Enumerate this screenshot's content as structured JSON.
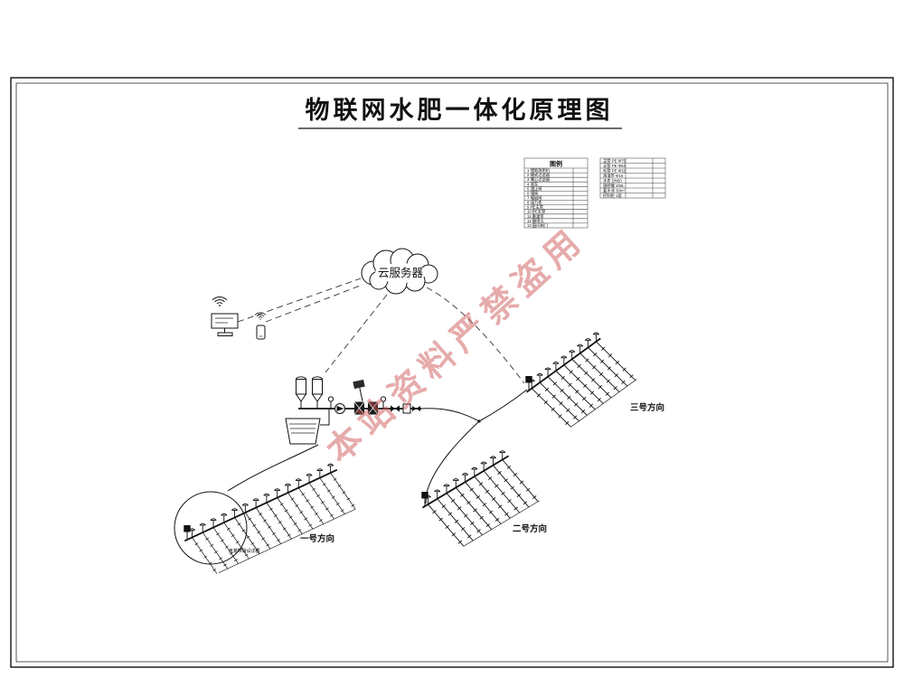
{
  "title": "物联网水肥一体化原理图",
  "watermark": "本站资料严禁盗用",
  "cloud": {
    "label": "云服务器"
  },
  "legend": {
    "header": "图例",
    "left_rows": [
      "1  智能施肥机",
      "2  网式过滤器",
      "3  离心过滤器",
      "4  水泵",
      "5  逆止阀",
      "6  球阀",
      "7  电磁阀",
      "8  压力表",
      "9  PE主管",
      "10  PE支管",
      "11  滴灌带",
      "12  微喷头",
      "13  田间阀门"
    ],
    "right_rows": [
      "主管  PE Φ75",
      "支管  PE Φ63",
      "毛管  PE Φ32",
      "滴灌带  Φ16",
      "水表  DN50",
      "施肥罐  300L",
      "蓄水池  30m³",
      "控制柜  1套"
    ]
  },
  "fields": {
    "field1": "一号方向",
    "field2": "二号方向",
    "field3": "三号方向"
  },
  "detail_note": "滴灌带铺设详图"
}
